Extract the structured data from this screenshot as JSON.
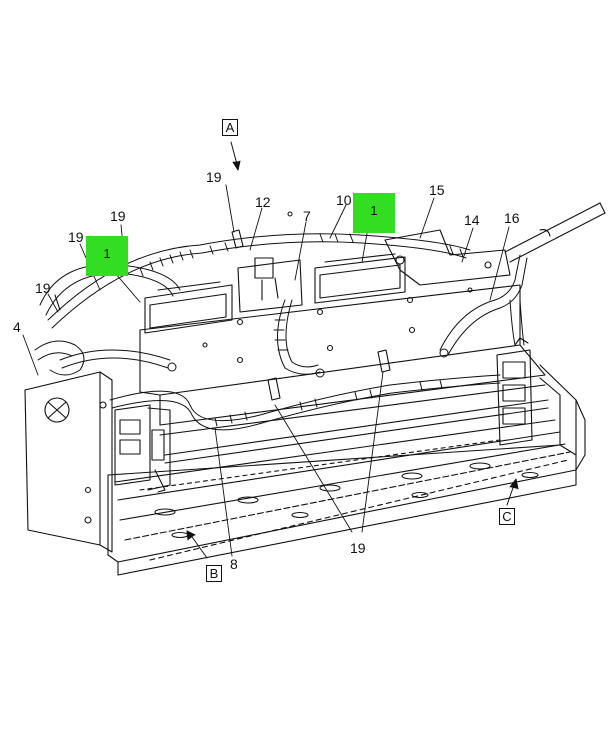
{
  "diagram": {
    "view_labels": {
      "a": "A",
      "b": "B",
      "c": "C"
    },
    "callouts": {
      "c19_top": "19",
      "c19_left_upper": "19",
      "c19_left_mid": "19",
      "c19_left_lower": "19",
      "c19_bottom": "19",
      "c12": "12",
      "c7": "7",
      "c10": "10",
      "c15": "15",
      "c14": "14",
      "c16": "16",
      "c4": "4",
      "c8": "8"
    },
    "highlight_tags": {
      "left": "1",
      "right": "1"
    },
    "colors": {
      "highlight": "#33dd22",
      "line": "#111111"
    }
  }
}
